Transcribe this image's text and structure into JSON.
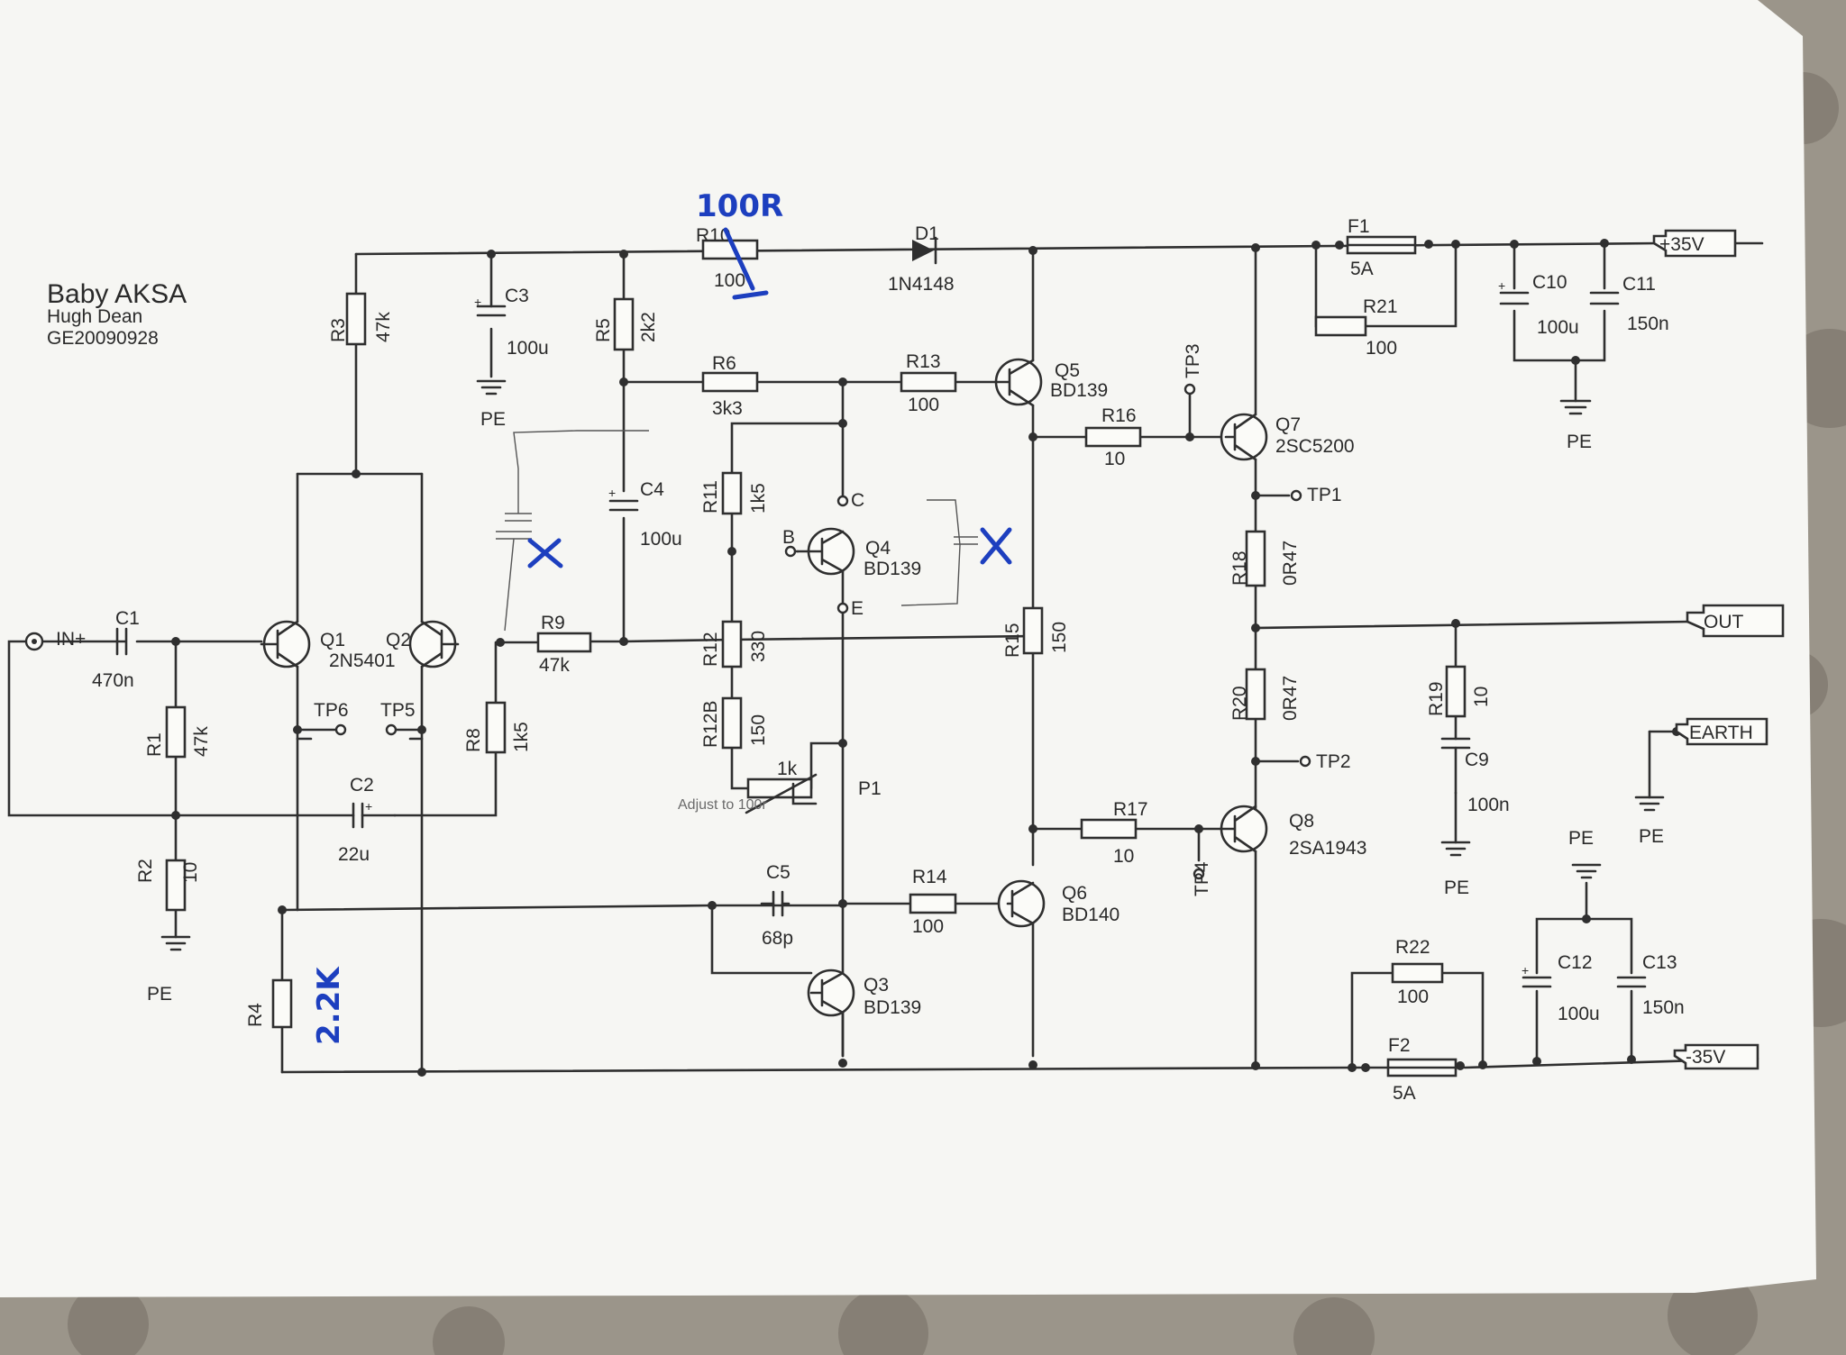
{
  "title": {
    "name": "Baby AKSA",
    "author": "Hugh Dean",
    "code": "GE20090928"
  },
  "ports": {
    "in": "IN+",
    "vplus": "+35V",
    "vminus": "-35V",
    "out": "OUT",
    "earth": "EARTH"
  },
  "ground_label": "PE",
  "components": {
    "C1": {
      "ref": "C1",
      "value": "470n"
    },
    "R1": {
      "ref": "R1",
      "value": "47k"
    },
    "R2": {
      "ref": "R2",
      "value": "10"
    },
    "Q1": {
      "ref": "Q1",
      "value": "2N5401"
    },
    "Q2": {
      "ref": "Q2"
    },
    "R3": {
      "ref": "R3",
      "value": "47k"
    },
    "C3": {
      "ref": "C3",
      "value": "100u"
    },
    "R5": {
      "ref": "R5",
      "value": "2k2"
    },
    "R10": {
      "ref": "R10",
      "value": "100"
    },
    "D1": {
      "ref": "D1",
      "value": "1N4148"
    },
    "F1": {
      "ref": "F1",
      "value": "5A"
    },
    "R21": {
      "ref": "R21",
      "value": "100"
    },
    "C10": {
      "ref": "C10",
      "value": "100u"
    },
    "C11": {
      "ref": "C11",
      "value": "150n"
    },
    "R6": {
      "ref": "R6",
      "value": "3k3"
    },
    "R13": {
      "ref": "R13",
      "value": "100"
    },
    "Q5": {
      "ref": "Q5",
      "value": "BD139"
    },
    "R16": {
      "ref": "R16",
      "value": "10"
    },
    "Q7": {
      "ref": "Q7",
      "value": "2SC5200"
    },
    "C4": {
      "ref": "C4",
      "value": "100u"
    },
    "R11": {
      "ref": "R11",
      "value": "1k5"
    },
    "Q4": {
      "ref": "Q4",
      "value": "BD139"
    },
    "R18": {
      "ref": "R18",
      "value": "0R47"
    },
    "R9": {
      "ref": "R9",
      "value": "47k"
    },
    "R12": {
      "ref": "R12",
      "value": "330"
    },
    "R15": {
      "ref": "R15",
      "value": "150"
    },
    "R20": {
      "ref": "R20",
      "value": "0R47"
    },
    "R19": {
      "ref": "R19",
      "value": "10"
    },
    "R8": {
      "ref": "R8",
      "value": "1k5"
    },
    "R12B": {
      "ref": "R12B",
      "value": "150"
    },
    "P1": {
      "ref": "P1",
      "value": "1k",
      "note": "Adjust to 100r"
    },
    "C9": {
      "ref": "C9",
      "value": "100n"
    },
    "C2": {
      "ref": "C2",
      "value": "22u"
    },
    "R17": {
      "ref": "R17",
      "value": "10"
    },
    "Q8": {
      "ref": "Q8",
      "value": "2SA1943"
    },
    "C5": {
      "ref": "C5",
      "value": "68p"
    },
    "R14": {
      "ref": "R14",
      "value": "100"
    },
    "Q6": {
      "ref": "Q6",
      "value": "BD140"
    },
    "Q3": {
      "ref": "Q3",
      "value": "BD139"
    },
    "R4": {
      "ref": "R4"
    },
    "R22": {
      "ref": "R22",
      "value": "100"
    },
    "C12": {
      "ref": "C12",
      "value": "100u"
    },
    "C13": {
      "ref": "C13",
      "value": "150n"
    },
    "F2": {
      "ref": "F2",
      "value": "5A"
    }
  },
  "test_points": [
    "TP1",
    "TP2",
    "TP3",
    "TP4",
    "TP5",
    "TP6"
  ],
  "q4_pins": {
    "c": "C",
    "b": "B",
    "e": "E"
  },
  "handwritten": {
    "r10_new": "100R",
    "r4_new": "2.2K"
  },
  "ink_color": "#1d3fbf"
}
